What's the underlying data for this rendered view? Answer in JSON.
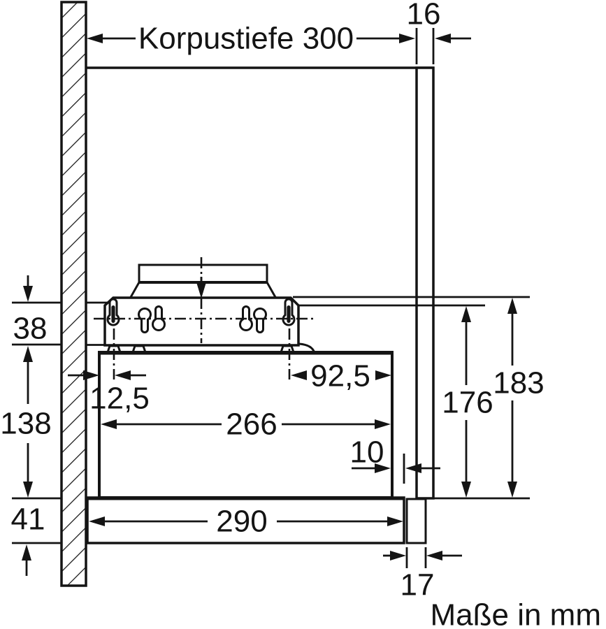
{
  "drawing": {
    "cabinet_depth_label": "Korpustiefe 300",
    "units_note": "Maße in mm",
    "dims": {
      "panel_thickness": "16",
      "hook_offset_top": "38",
      "body_side_height": "138",
      "bottom_strip_height": "41",
      "left_inset": "12,5",
      "right_inset": "92,5",
      "body_width": "266",
      "front_gap": "10",
      "bottom_width": "290",
      "handle_width": "17",
      "hook_to_bottom": "176",
      "top_to_bottom": "183"
    }
  }
}
